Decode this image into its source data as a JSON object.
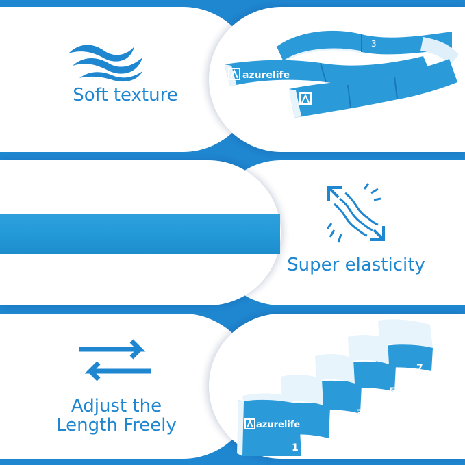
{
  "panels": {
    "top": {
      "label": "Soft texture"
    },
    "middle": {
      "label": "Super elasticity"
    },
    "bottom": {
      "label_line1": "Adjust the",
      "label_line2": "Length Freely"
    }
  },
  "product": {
    "brand": "azurelife",
    "segment_numbers": [
      "3",
      "5",
      "7",
      "1"
    ]
  },
  "colors": {
    "brand_blue": "#1f86d0",
    "strap_blue": "#2a9ad8",
    "background": "#ffffff"
  },
  "icons": [
    "waves-icon",
    "stretch-arrows-icon",
    "swap-arrows-icon"
  ]
}
